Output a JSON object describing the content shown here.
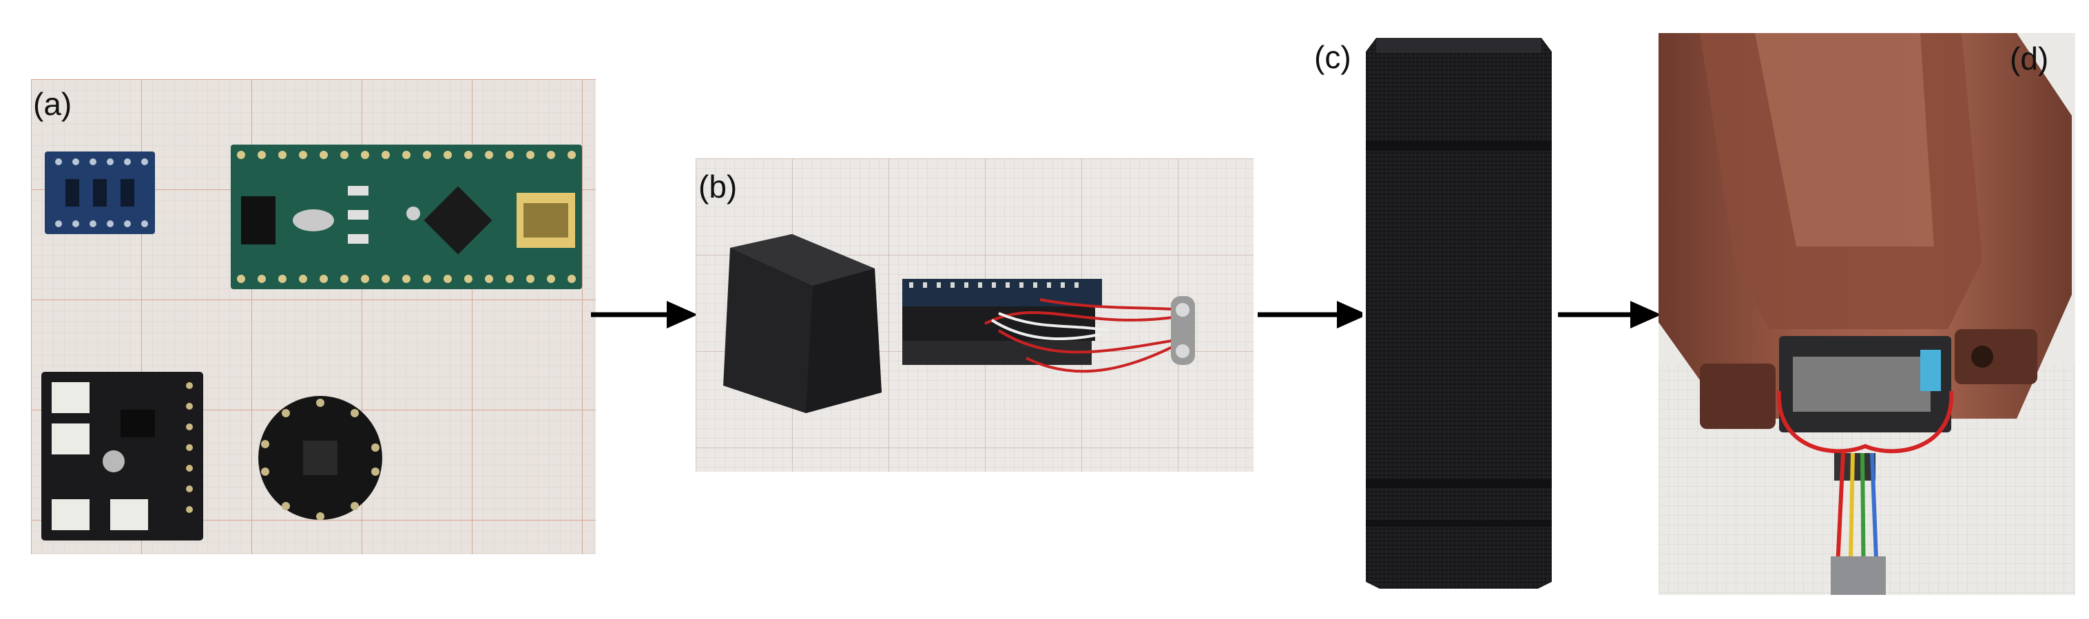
{
  "figure": {
    "panels": [
      {
        "label": "(a)"
      },
      {
        "label": "(b)"
      },
      {
        "label": "(c)"
      },
      {
        "label": "(d)"
      }
    ]
  },
  "colors": {
    "background": "#ffffff",
    "grid_paper": "#e9e4df",
    "grid_line_minor": "#d9cfc6",
    "grid_line_major": "#d8a08a",
    "pcb_blue": "#1f3a66",
    "pcb_green": "#1f5a4a",
    "print_black": "#1b1b1d",
    "pipe_brown": "#8a4e3c",
    "wire_red": "#cc2222",
    "arrow": "#000000"
  },
  "icons": [
    "right-arrow-icon"
  ]
}
